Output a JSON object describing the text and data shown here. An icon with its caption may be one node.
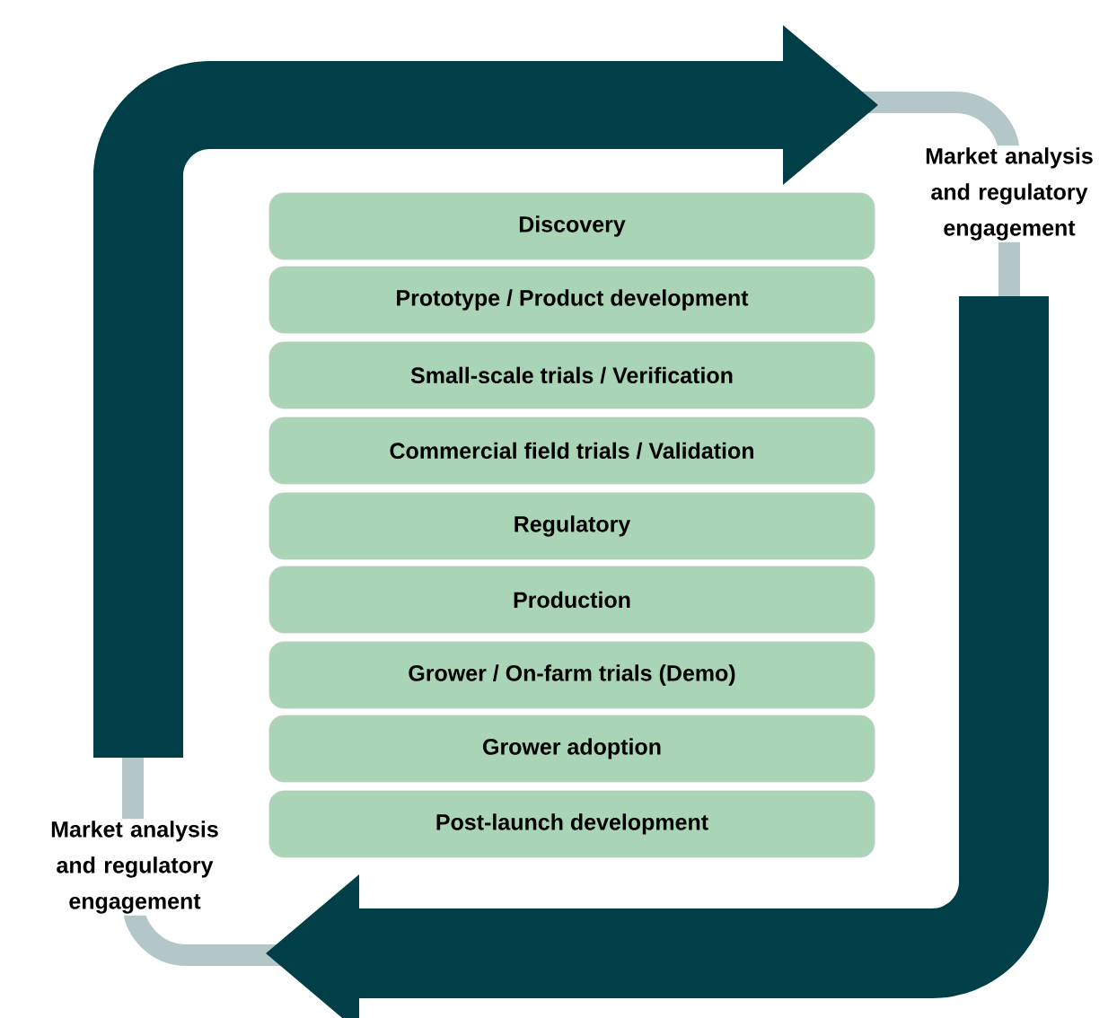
{
  "diagram": {
    "nodes": [
      {
        "text": [
          "Discovery"
        ]
      },
      {
        "text": [
          "Prototype / Product development"
        ]
      },
      {
        "text": [
          "Small-scale trials / Verification"
        ]
      },
      {
        "text": [
          "Commercial field trials / Validation"
        ]
      },
      {
        "text": [
          "Regulatory"
        ]
      },
      {
        "text": [
          "Production"
        ]
      },
      {
        "text": [
          "Grower / On-farm trials (Demo)"
        ]
      },
      {
        "text": [
          "Grower adoption"
        ]
      },
      {
        "text": [
          "Post-launch development"
        ]
      }
    ],
    "labels": [
      "Market analysis and regulatory engagement",
      "Market analysis and regulatory engagement"
    ]
  }
}
